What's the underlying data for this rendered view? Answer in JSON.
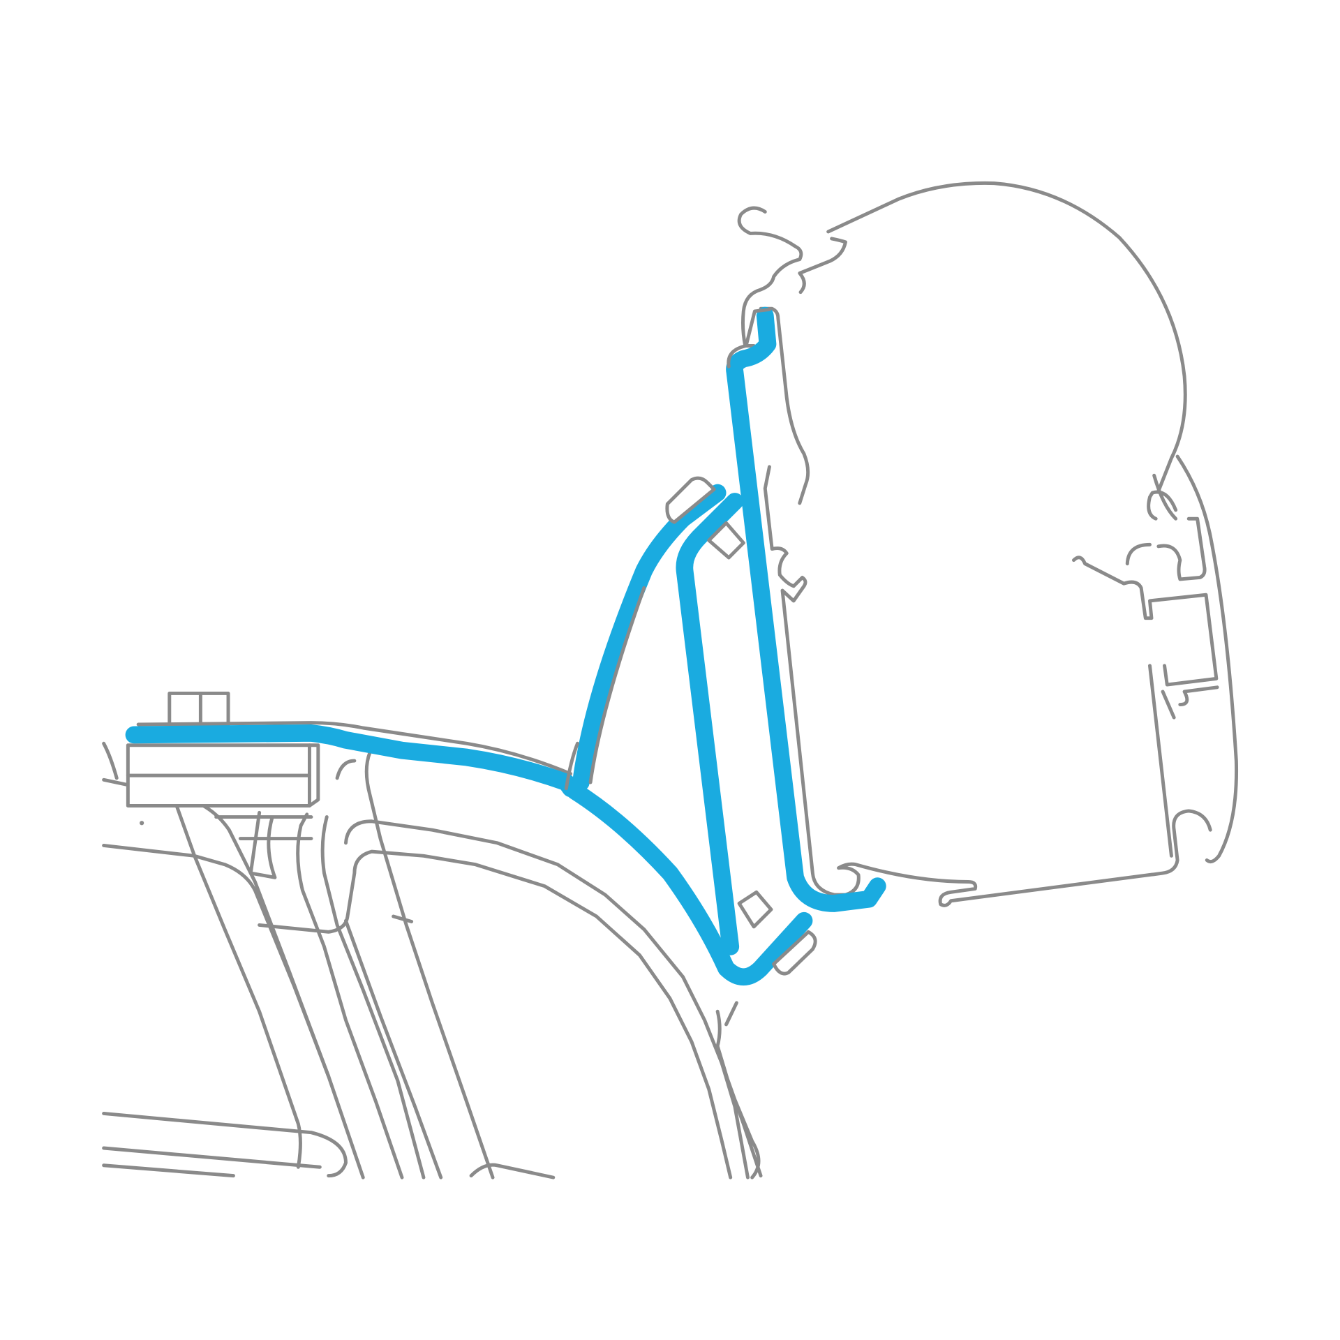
{
  "colors": {
    "outline": "#8a8a8a",
    "adapter": "#1aabe0",
    "background": "#ffffff"
  },
  "parts": {
    "awning_cassette": "awning-cassette",
    "adapter_bracket": "adapter-bracket",
    "roof_rail": "roof-rail",
    "vehicle_frame": "vehicle-frame"
  }
}
